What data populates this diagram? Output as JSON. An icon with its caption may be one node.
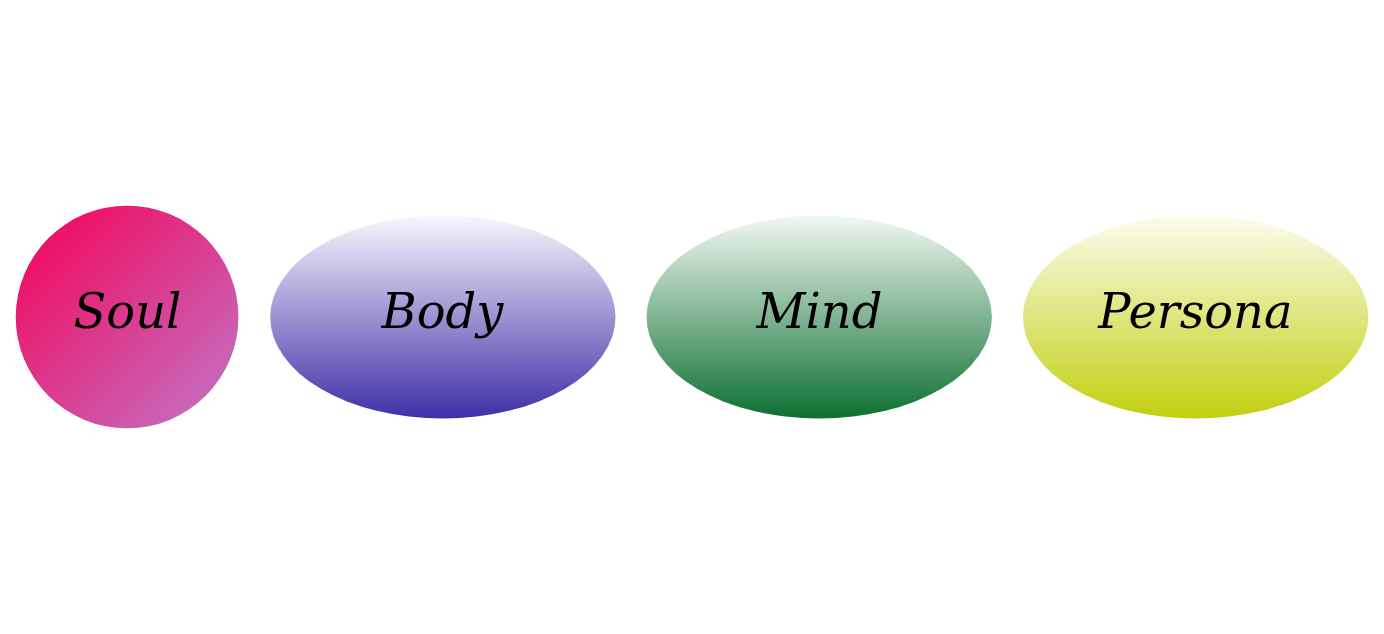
{
  "diagram": {
    "nodes": [
      {
        "text": [
          "Soul"
        ]
      },
      {
        "text": [
          "Body"
        ]
      },
      {
        "text": [
          "Mind"
        ]
      },
      {
        "text": [
          "Persona"
        ]
      }
    ],
    "edges": []
  }
}
